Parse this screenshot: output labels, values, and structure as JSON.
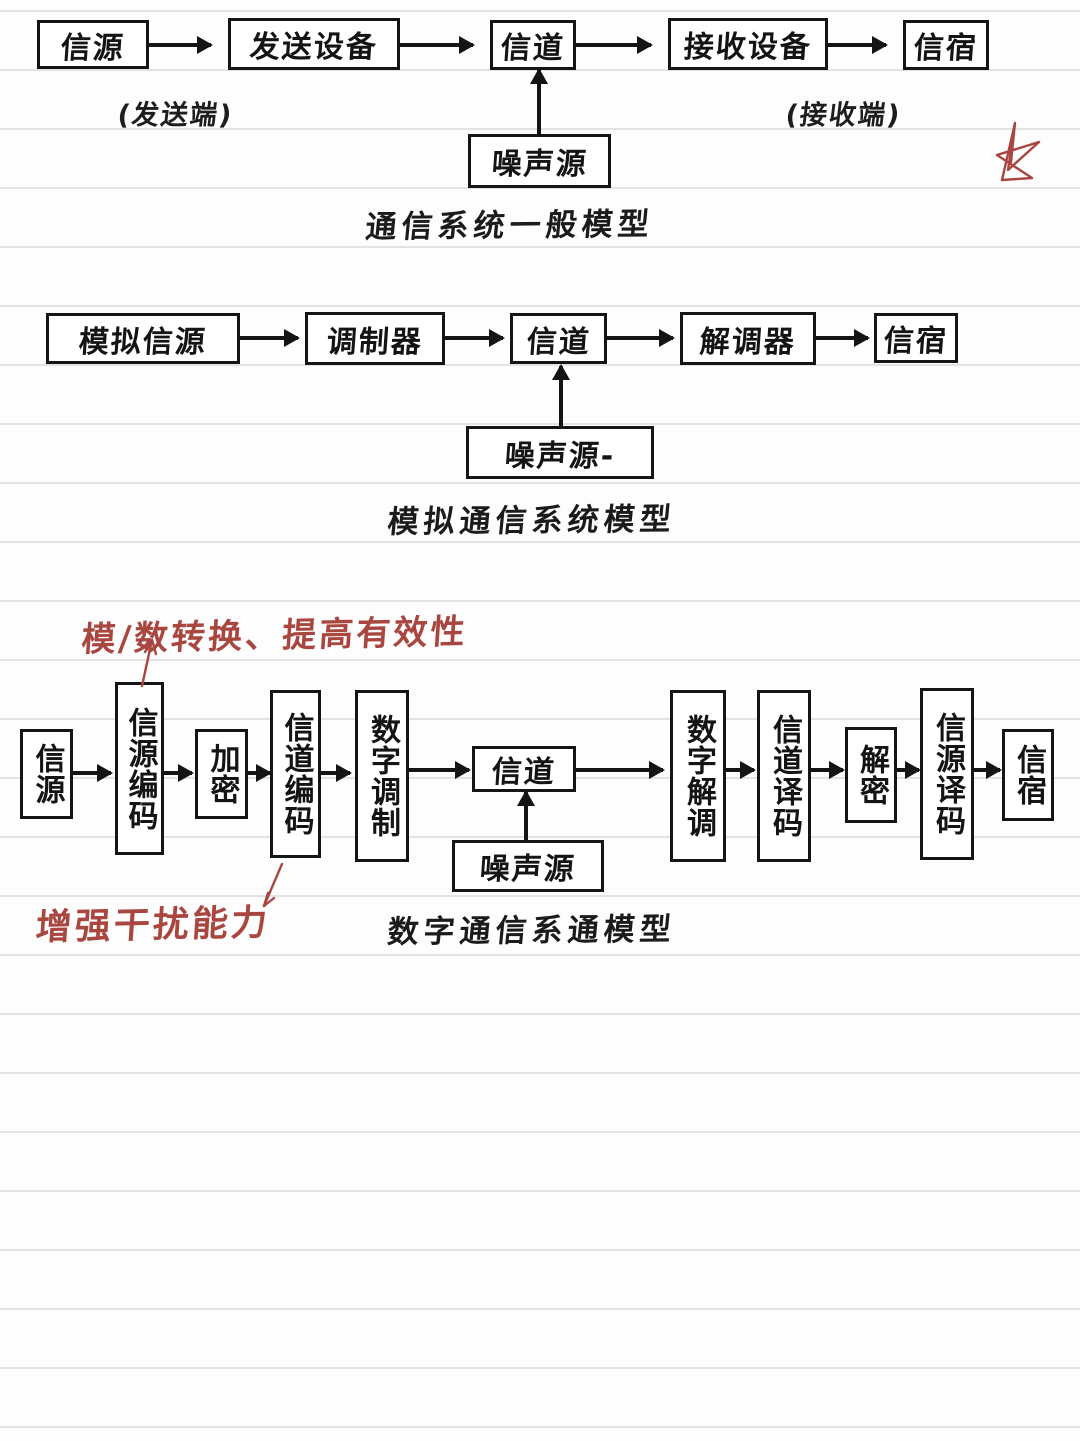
{
  "page": {
    "kind": "handwritten-notebook-page",
    "paper": "ruled",
    "ink_color": "#141414",
    "annotation_color": "#a8463f",
    "rule_color": "#e2e3e5"
  },
  "diagram1": {
    "caption": "通信系统一般模型",
    "chain": [
      {
        "label": "信源"
      },
      {
        "label": "发送设备"
      },
      {
        "label": "信道"
      },
      {
        "label": "接收设备"
      },
      {
        "label": "信宿"
      }
    ],
    "noise": {
      "label": "噪声源"
    },
    "side_labels": [
      {
        "label": "(发送端)"
      },
      {
        "label": "(接收端)"
      }
    ]
  },
  "diagram2": {
    "caption": "模拟通信系统模型",
    "chain": [
      {
        "label": "模拟信源"
      },
      {
        "label": "调制器"
      },
      {
        "label": "信道"
      },
      {
        "label": "解调器"
      },
      {
        "label": "信宿"
      }
    ],
    "noise": {
      "label": "噪声源-"
    }
  },
  "diagram3": {
    "caption": "数字通信系通模型",
    "chain": [
      {
        "label": "信源"
      },
      {
        "label": "信源编码"
      },
      {
        "label": "加密"
      },
      {
        "label": "信道编码"
      },
      {
        "label": "数字调制"
      },
      {
        "label": "信道"
      },
      {
        "label": "数字解调"
      },
      {
        "label": "信道译码"
      },
      {
        "label": "解密"
      },
      {
        "label": "信源译码"
      },
      {
        "label": "信宿"
      }
    ],
    "noise": {
      "label": "噪声源"
    },
    "annotations": [
      {
        "label": "模/数转换、提高有效性",
        "points_to": "信源编码"
      },
      {
        "label": "增强干扰能力",
        "points_to": "信道编码"
      }
    ]
  },
  "marks": {
    "star": "five-pointed-star"
  }
}
